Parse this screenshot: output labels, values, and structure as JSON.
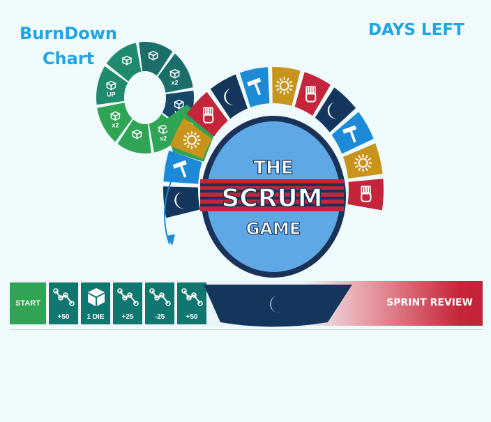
{
  "header": {
    "title": "BurnDown Chart",
    "days_left": "DAYS LEFT"
  },
  "center": {
    "line1": "THE",
    "line2": "SCRUM",
    "line3": "GAME"
  },
  "colors": {
    "navy": "#14365c",
    "blue": "#1c8ad7",
    "gold": "#c8941b",
    "red": "#c4253a",
    "green": "#2ea454",
    "teal": "#11766f",
    "center_blue": "#59a9e6"
  },
  "ring_spaces": [
    {
      "icon": "moon-icon",
      "color": "navy"
    },
    {
      "icon": "hammer-icon",
      "color": "blue"
    },
    {
      "icon": "sun-icon",
      "color": "gold"
    },
    {
      "icon": "hand-icon",
      "color": "red"
    },
    {
      "icon": "moon-icon",
      "color": "navy"
    },
    {
      "icon": "hammer-icon",
      "color": "blue"
    },
    {
      "icon": "sun-icon",
      "color": "gold"
    },
    {
      "icon": "hand-icon",
      "color": "red"
    },
    {
      "icon": "moon-icon",
      "color": "navy"
    },
    {
      "icon": "hammer-icon",
      "color": "blue"
    },
    {
      "icon": "sun-icon",
      "color": "gold"
    },
    {
      "icon": "hand-icon",
      "color": "red"
    }
  ],
  "small_ring_spaces": [
    {
      "label": "",
      "icon": "dice-icon"
    },
    {
      "label": "x2",
      "icon": "dice-icon"
    },
    {
      "label": "UP",
      "icon": "dice-icon"
    },
    {
      "label": "x2",
      "icon": "dice-icon"
    },
    {
      "label": "",
      "icon": "dice-icon"
    },
    {
      "label": "x2",
      "icon": "dice-icon"
    },
    {
      "label": "UP",
      "icon": "dice-icon"
    },
    {
      "label": "",
      "icon": "dice-icon"
    }
  ],
  "track": {
    "start_label": "START",
    "cells": [
      {
        "label": "+50",
        "icon": "burndown-icon"
      },
      {
        "label": "1 DIE",
        "icon": "die-icon"
      },
      {
        "label": "+25",
        "icon": "burndown-icon"
      },
      {
        "label": "-25",
        "icon": "burndown-icon"
      },
      {
        "label": "+50",
        "icon": "burndown-icon"
      }
    ],
    "sprint_review_label": "SPRINT REVIEW"
  }
}
